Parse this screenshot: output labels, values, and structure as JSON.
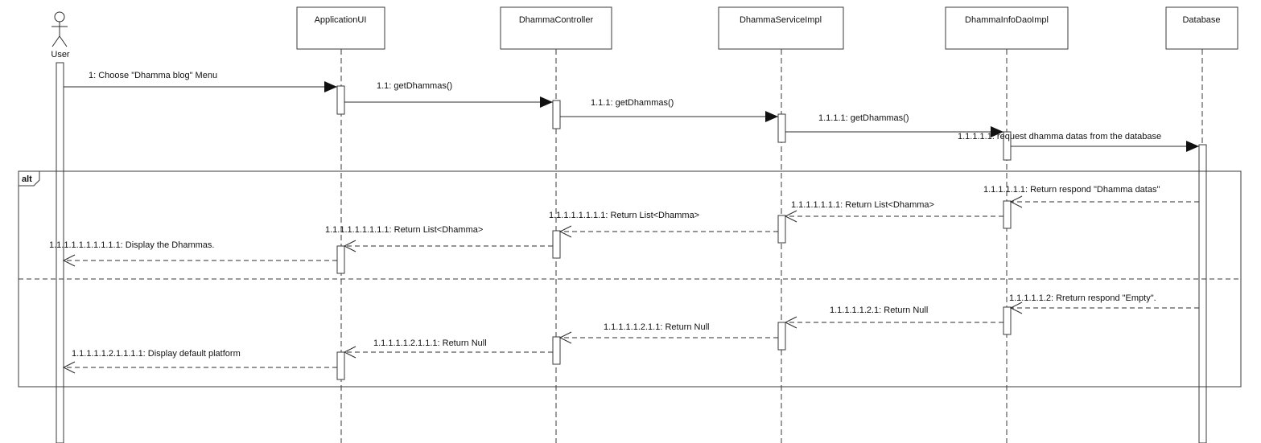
{
  "diagram": {
    "actor": {
      "name": "User"
    },
    "lifelines": [
      {
        "id": "ui",
        "name": "ApplicationUI"
      },
      {
        "id": "controller",
        "name": "DhammaController"
      },
      {
        "id": "service",
        "name": "DhammaServiceImpl"
      },
      {
        "id": "dao",
        "name": "DhammaInfoDaoImpl"
      },
      {
        "id": "db",
        "name": "Database"
      }
    ],
    "fragment": {
      "operator": "alt"
    },
    "messages": [
      {
        "label": "1: Choose \"Dhamma blog\" Menu",
        "from": "user",
        "to": "ui",
        "kind": "call"
      },
      {
        "label": "1.1: getDhammas()",
        "from": "ui",
        "to": "controller",
        "kind": "call"
      },
      {
        "label": "1.1.1: getDhammas()",
        "from": "controller",
        "to": "service",
        "kind": "call"
      },
      {
        "label": "1.1.1.1: getDhammas()",
        "from": "service",
        "to": "dao",
        "kind": "call"
      },
      {
        "label": "1.1.1.1.1: request dhamma datas from the database",
        "from": "dao",
        "to": "db",
        "kind": "call"
      },
      {
        "label": "1.1.1.1.1.1: Return respond \"Dhamma datas\"",
        "from": "db",
        "to": "dao",
        "kind": "return"
      },
      {
        "label": "1.1.1.1.1.1.1: Return List<Dhamma>",
        "from": "dao",
        "to": "service",
        "kind": "return"
      },
      {
        "label": "1.1.1.1.1.1.1.1: Return List<Dhamma>",
        "from": "service",
        "to": "controller",
        "kind": "return"
      },
      {
        "label": "1.1.1.1.1.1.1.1.1: Return List<Dhamma>",
        "from": "controller",
        "to": "ui",
        "kind": "return"
      },
      {
        "label": "1.1.1.1.1.1.1.1.1.1: Display the Dhammas.",
        "from": "ui",
        "to": "user",
        "kind": "return"
      },
      {
        "label": "1.1.1.1.1.2: Rreturn respond \"Empty\".",
        "from": "db",
        "to": "dao",
        "kind": "return"
      },
      {
        "label": "1.1.1.1.1.2.1: Return Null",
        "from": "dao",
        "to": "service",
        "kind": "return"
      },
      {
        "label": "1.1.1.1.1.2.1.1: Return Null",
        "from": "service",
        "to": "controller",
        "kind": "return"
      },
      {
        "label": "1.1.1.1.1.2.1.1.1: Return Null",
        "from": "controller",
        "to": "ui",
        "kind": "return"
      },
      {
        "label": "1.1.1.1.1.2.1.1.1.1: Display default platform",
        "from": "ui",
        "to": "user",
        "kind": "return"
      }
    ]
  }
}
